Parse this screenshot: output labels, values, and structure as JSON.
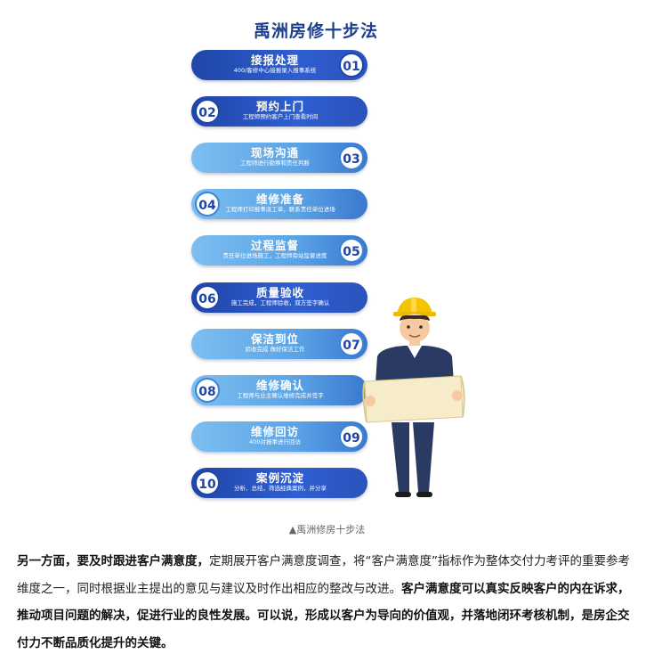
{
  "figure": {
    "title": "禹洲房修十步法",
    "steps": [
      {
        "num": "01",
        "name": "接报处理",
        "desc": "400/客修中心接报录入报事系统",
        "style": "dark"
      },
      {
        "num": "02",
        "name": "预约上门",
        "desc": "工程师预约客户上门查看时间",
        "style": "dark"
      },
      {
        "num": "03",
        "name": "现场沟通",
        "desc": "工程师进行勘察和责任判断",
        "style": "light"
      },
      {
        "num": "04",
        "name": "维修准备",
        "desc": "工程师打印报事派工单，联系责任单位进场",
        "style": "light"
      },
      {
        "num": "05",
        "name": "过程监督",
        "desc": "责任单位进场施工，工程师旁站监督进度",
        "style": "light"
      },
      {
        "num": "06",
        "name": "质量验收",
        "desc": "施工完成，工程师验收，双方签字确认",
        "style": "dark"
      },
      {
        "num": "07",
        "name": "保洁到位",
        "desc": "验收完成 做好保洁工作",
        "style": "light"
      },
      {
        "num": "08",
        "name": "维修确认",
        "desc": "工程师与业主确认维修完成并签字",
        "style": "light"
      },
      {
        "num": "09",
        "name": "维修回访",
        "desc": "400对报事进行回访",
        "style": "light"
      },
      {
        "num": "10",
        "name": "案例沉淀",
        "desc": "分析、总结，筛选经典案例，并分享",
        "style": "dark"
      }
    ]
  },
  "caption": "▲禹洲修房十步法",
  "paragraph": {
    "p1_bold": "另一方面，要及时跟进客户满意度，",
    "p2": "定期展开客户满意度调查，将“客户满意度”指标作为整体交付力考评的重要参考维度之一，同时根据业主提出的意见与建议及时作出相应的整改与改进。",
    "p3_bold": "客户满意度可以真实反映客户的内在诉求，推动项目问题的解决，促进行业的良性发展。可以说，形成以客户为导向的价值观，并落地闭环考核机制，是房企交付力不断品质化提升的关键。"
  }
}
